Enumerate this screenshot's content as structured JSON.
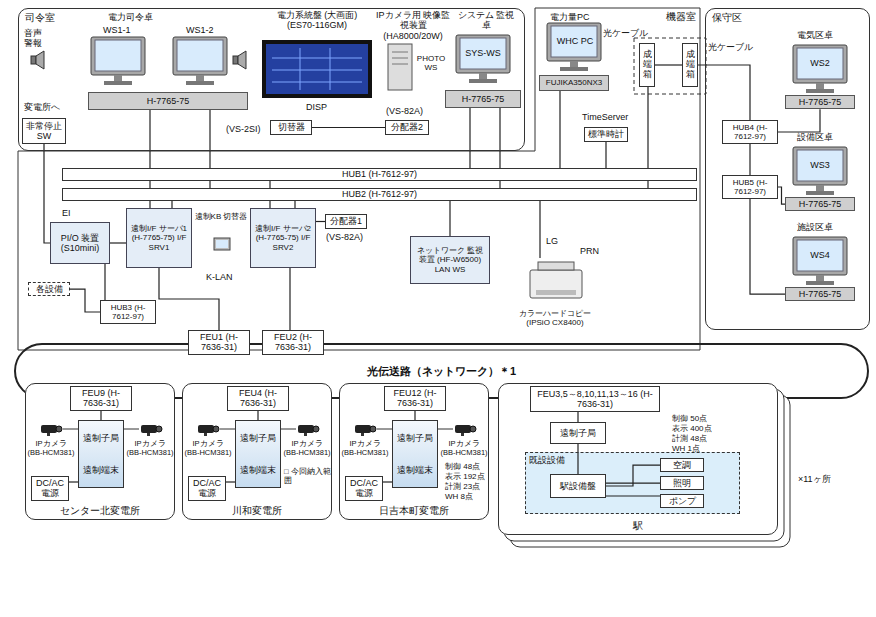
{
  "diagram": {
    "nodes": [
      {
        "text": [
          "司令室"
        ]
      },
      {
        "text": [
          "H-7765-75"
        ],
        "in": 0
      },
      {
        "text": [
          "非常停止 SW"
        ],
        "in": 0
      },
      {
        "text": [
          "切替器"
        ],
        "in": 0
      },
      {
        "text": [
          "分配器2"
        ],
        "in": 0
      },
      {
        "text": [
          "H-7765-75"
        ],
        "in": 0
      },
      {
        "text": [
          "機器室"
        ]
      },
      {
        "text": [
          "FUJIKA350NX3"
        ],
        "in": 6
      },
      {
        "text": [
          "標準時計"
        ],
        "in": 6
      },
      {
        "text": [
          "成端箱"
        ],
        "in": 6
      },
      {
        "text": [
          "成端箱"
        ],
        "in": 6
      },
      {
        "text": [
          "保守区"
        ]
      },
      {
        "text": [
          "H-7765-75"
        ],
        "in": 11
      },
      {
        "text": [
          "HUB4 (H-7612-97)"
        ],
        "in": 11
      },
      {
        "text": [
          "HUB5 (H-7612-97)"
        ],
        "in": 11
      },
      {
        "text": [
          "H-7765-75"
        ],
        "in": 11
      },
      {
        "text": [
          "H-7765-75"
        ],
        "in": 11
      },
      {
        "text": [
          "HUB1 (H-7612-97)"
        ]
      },
      {
        "text": [
          "HUB2 (H-7612-97)"
        ]
      },
      {
        "text": [
          "PI/O 装置 (S10mini)"
        ]
      },
      {
        "text": [
          "遠制I/F サーバ1 (H-7765-75) I/F SRV1"
        ]
      },
      {
        "text": [
          "遠制I/F サーバ2 (H-7765-75) I/F SRV2"
        ]
      },
      {
        "text": [
          "分配器1"
        ]
      },
      {
        "text": [
          "ネットワーク 監視装置 (HF-W6500) LAN WS"
        ]
      },
      {
        "text": [
          "カラーハードコピー (IPSiO CX8400)"
        ]
      },
      {
        "text": [
          "各設備"
        ]
      },
      {
        "text": [
          "HUB3 (H-7612-97)"
        ]
      },
      {
        "text": [
          "FEU1 (H-7636-31)"
        ]
      },
      {
        "text": [
          "FEU2 (H-7636-31)"
        ]
      },
      {
        "text": [
          "光伝送路（ネットワーク）＊1"
        ]
      },
      {
        "text": [
          "センター北変電所"
        ]
      },
      {
        "text": [
          "FEU9 (H-7636-31)"
        ],
        "in": 30
      },
      {
        "text": [
          "遠制子局",
          "遠制端末"
        ],
        "in": 30
      },
      {
        "text": [
          "DC/AC 電源"
        ],
        "in": 30
      },
      {
        "text": [
          "川和変電所"
        ]
      },
      {
        "text": [
          "FEU4 (H-7636-31)"
        ],
        "in": 34
      },
      {
        "text": [
          "遠制子局",
          "遠制端末"
        ],
        "in": 34
      },
      {
        "text": [
          "DC/AC 電源"
        ],
        "in": 34
      },
      {
        "text": [
          "日吉本町変電所"
        ]
      },
      {
        "text": [
          "FEU12 (H-7636-31)"
        ],
        "in": 38
      },
      {
        "text": [
          "遠制子局",
          "遠制端末"
        ],
        "in": 38
      },
      {
        "text": [
          "DC/AC 電源"
        ],
        "in": 38
      },
      {
        "text": [
          "駅"
        ]
      },
      {
        "text": [
          "FEU3,5～8,10,11,13～16 (H-7636-31)"
        ],
        "in": 42
      },
      {
        "text": [
          "遠制子局"
        ],
        "in": 42
      },
      {
        "text": [
          "既設設備"
        ],
        "in": 42
      },
      {
        "text": [
          "駅設備盤"
        ],
        "in": 45
      },
      {
        "text": [
          "空調"
        ],
        "in": 45
      },
      {
        "text": [
          "照明"
        ],
        "in": 45
      },
      {
        "text": [
          "ポンプ"
        ],
        "in": 45
      }
    ],
    "edges": [
      {
        "from": 2,
        "to": 19,
        "arrow": "none"
      },
      {
        "from": 1,
        "to": 17,
        "arrow": "none"
      },
      {
        "from": 1,
        "to": 18,
        "arrow": "none"
      },
      {
        "from": 3,
        "to": 4,
        "arrow": "none"
      },
      {
        "from": 5,
        "to": 17,
        "arrow": "none"
      },
      {
        "from": 5,
        "to": 18,
        "arrow": "none"
      },
      {
        "from": 7,
        "to": 17,
        "arrow": "none"
      },
      {
        "from": 8,
        "to": 17,
        "arrow": "none"
      },
      {
        "from": 9,
        "to": 10,
        "arrow": "none"
      },
      {
        "from": 9,
        "to": 18,
        "arrow": "none"
      },
      {
        "from": 10,
        "to": 13,
        "arrow": "none"
      },
      {
        "from": 13,
        "to": 12,
        "arrow": "none"
      },
      {
        "from": 13,
        "to": 14,
        "arrow": "none"
      },
      {
        "from": 14,
        "to": 15,
        "arrow": "none"
      },
      {
        "from": 14,
        "to": 16,
        "arrow": "none"
      },
      {
        "from": 19,
        "to": 20,
        "arrow": "none"
      },
      {
        "from": 20,
        "to": 17,
        "arrow": "none"
      },
      {
        "from": 20,
        "to": 18,
        "arrow": "none"
      },
      {
        "from": 21,
        "to": 17,
        "arrow": "none"
      },
      {
        "from": 21,
        "to": 18,
        "arrow": "none"
      },
      {
        "from": 22,
        "to": 21,
        "arrow": "none"
      },
      {
        "from": 23,
        "to": 18,
        "arrow": "none"
      },
      {
        "from": 24,
        "to": 18,
        "arrow": "none"
      },
      {
        "from": 26,
        "to": 19,
        "arrow": "none"
      },
      {
        "from": 25,
        "to": 26,
        "arrow": "none"
      },
      {
        "from": 20,
        "to": 27,
        "arrow": "none"
      },
      {
        "from": 21,
        "to": 28,
        "arrow": "none"
      },
      {
        "from": 31,
        "to": 32,
        "arrow": "none"
      },
      {
        "from": 33,
        "to": 32,
        "arrow": "none"
      },
      {
        "from": 35,
        "to": 36,
        "arrow": "none"
      },
      {
        "from": 37,
        "to": 36,
        "arrow": "none"
      },
      {
        "from": 39,
        "to": 40,
        "arrow": "none"
      },
      {
        "from": 41,
        "to": 40,
        "arrow": "none"
      },
      {
        "from": 43,
        "to": 44,
        "arrow": "none"
      },
      {
        "from": 44,
        "to": 46,
        "arrow": "none"
      },
      {
        "from": 46,
        "to": 47,
        "arrow": "none"
      },
      {
        "from": 46,
        "to": 48,
        "arrow": "none"
      },
      {
        "from": 46,
        "to": 49,
        "arrow": "none"
      }
    ],
    "labels": [
      "電力司令卓",
      "WS1-1",
      "WS1-2",
      "音声 警報",
      "変電所へ",
      "電力系統盤 (大画面) (ES70-116GM)",
      "DISP",
      "(VS-2SI)",
      "IPカメラ用 映像監視装置 (HA8000/20W)",
      "PHOTO WS",
      "(VS-82A)",
      "システム 監視卓",
      "SYS-WS",
      "電力量PC",
      "WHC PC",
      "光ケーブル",
      "TimeServer",
      "光ケーブル",
      "電気区卓",
      "WS2",
      "設備区卓",
      "WS3",
      "施設区卓",
      "WS4",
      "EI",
      "遠制KB 切替器",
      "K-LAN",
      "(VS-82A)",
      "LG",
      "PRN",
      "IPカメラ (BB-HCM381)",
      "IPカメラ (BB-HCM381)",
      "IPカメラ (BB-HCM381)",
      "IPカメラ (BB-HCM381)",
      "IPカメラ (BB-HCM381)",
      "IPカメラ (BB-HCM381)",
      "制御 48点",
      "表示 192点",
      "計測 23点",
      "WH 8点",
      "制御 50点",
      "表示 400点",
      "計測 48点",
      "WH 1点",
      "□ 今回納入範囲",
      "×11ヶ所"
    ]
  }
}
